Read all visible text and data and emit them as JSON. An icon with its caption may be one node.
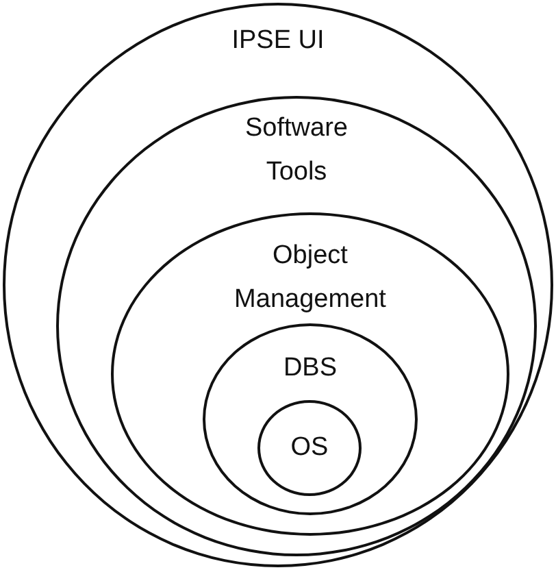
{
  "diagram": {
    "nodes": [
      {
        "text": [
          "IPSE UI"
        ]
      },
      {
        "text": [
          "Software Tools"
        ],
        "in": 0
      },
      {
        "text": [
          "Object Management"
        ],
        "in": 1
      },
      {
        "text": [
          "DBS"
        ],
        "in": 2
      },
      {
        "text": [
          "OS"
        ],
        "in": 3
      }
    ]
  }
}
